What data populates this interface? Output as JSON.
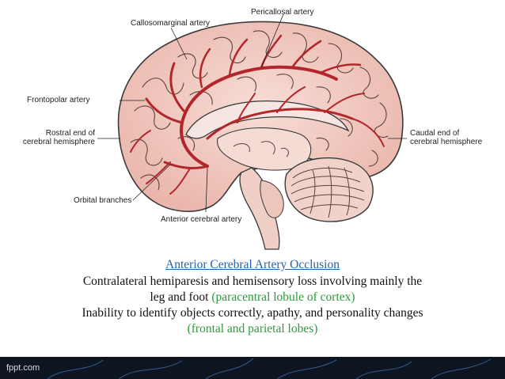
{
  "labels": {
    "pericallosal": "Pericallosal artery",
    "callosomarginal": "Callosomarginal artery",
    "frontopolar": "Frontopolar artery",
    "rostral_line1": "Rostral end of",
    "rostral_line2": "cerebral hemisphere",
    "orbital": "Orbital branches",
    "anterior_cerebral": "Anterior cerebral artery",
    "caudal_line1": "Caudal end of",
    "caudal_line2": "cerebral hemisphere"
  },
  "caption": {
    "title": "Anterior Cerebral Artery Occlusion",
    "line1": "Contralateral hemiparesis and hemisensory loss involving mainly the",
    "line2_a": "leg and foot ",
    "line2_b": "(paracentral lobule of cortex)",
    "line3": "Inability to identify objects correctly, apathy, and personality changes",
    "line4": "(frontal and parietal lobes)"
  },
  "footer": {
    "brand": "fppt.com"
  },
  "colors": {
    "brain_fill": "#f2cfc7",
    "brain_stroke": "#3a3a3a",
    "artery": "#b3262b",
    "caption_title": "#2a5fa8",
    "caption_green": "#2e9b3a",
    "footer_bg": "#0d1520"
  }
}
